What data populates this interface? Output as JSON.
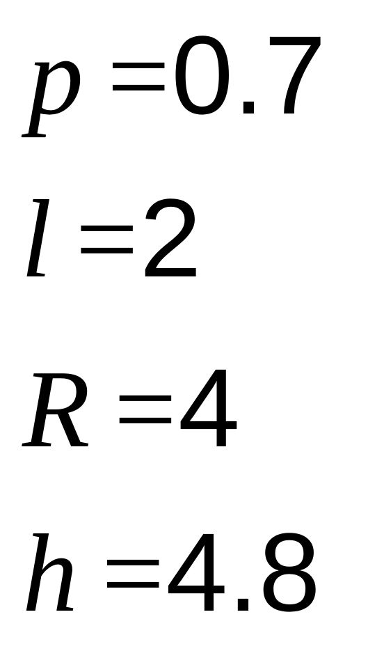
{
  "equations": [
    {
      "variable": "p",
      "operator": "=",
      "value": "0.7"
    },
    {
      "variable": "l",
      "operator": "=",
      "value": "2"
    },
    {
      "variable": "R",
      "operator": "=",
      "value": "4"
    },
    {
      "variable": "h",
      "operator": "=",
      "value": "4.8"
    }
  ]
}
